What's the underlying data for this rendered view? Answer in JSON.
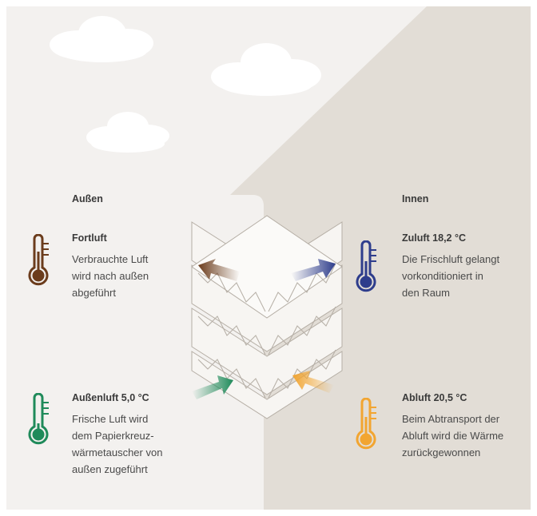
{
  "labels": {
    "outside": "Außen",
    "inside": "Innen"
  },
  "blocks": {
    "fortluft": {
      "title": "Fortluft",
      "lines": [
        "Verbrauchte Luft",
        "wird nach außen",
        "abgeführt"
      ],
      "color": "#6b3c1c"
    },
    "zuluft": {
      "title": "Zuluft 18,2 °C",
      "lines": [
        "Die Frischluft gelangt",
        "vorkonditioniert in",
        "den Raum"
      ],
      "color": "#2e3d8c"
    },
    "aussenluft": {
      "title": "Außenluft 5,0 °C",
      "lines": [
        "Frische Luft wird",
        "dem Papierkreuz-",
        "wärmetauscher von",
        "außen zugeführt"
      ],
      "color": "#1f8a5a"
    },
    "abluft": {
      "title": "Abluft 20,5 °C",
      "lines": [
        "Beim Abtransport der",
        "Abluft wird die Wärme",
        "zurückgewonnen"
      ],
      "color": "#f2a531"
    }
  },
  "colors": {
    "outside_bg": "#f3f1ef",
    "house_bg": "#e2ddd6",
    "cloud": "#ffffff",
    "exchanger_fill": "#f7f5f2",
    "exchanger_line": "#b5aea5"
  },
  "icons": {
    "thermometer": "thermometer-icon",
    "cloud": "cloud-icon",
    "heat_exchanger": "cross-flow-heat-exchanger-icon"
  }
}
